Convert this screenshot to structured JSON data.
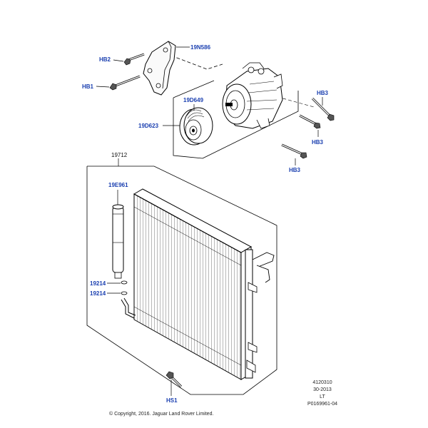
{
  "callouts": {
    "hb2": "HB2",
    "hb1": "HB1",
    "p19n586": "19N586",
    "p19d649": "19D649",
    "p19d623": "19D623",
    "hb3_top": "HB3",
    "hb3_mid": "HB3",
    "hb3_low": "HB3",
    "p19712": "19712",
    "p19e961": "19E961",
    "p19214_a": "19214",
    "p19214_b": "19214",
    "hs1": "HS1"
  },
  "info_block": {
    "line1": "4120310",
    "line2": "30-2013",
    "line3": "LT",
    "line4": "P0169961-04"
  },
  "copyright": "© Copyright, 2016. Jaguar Land Rover Limited.",
  "colors": {
    "callout": "#1a3fb0",
    "line": "#111111"
  }
}
